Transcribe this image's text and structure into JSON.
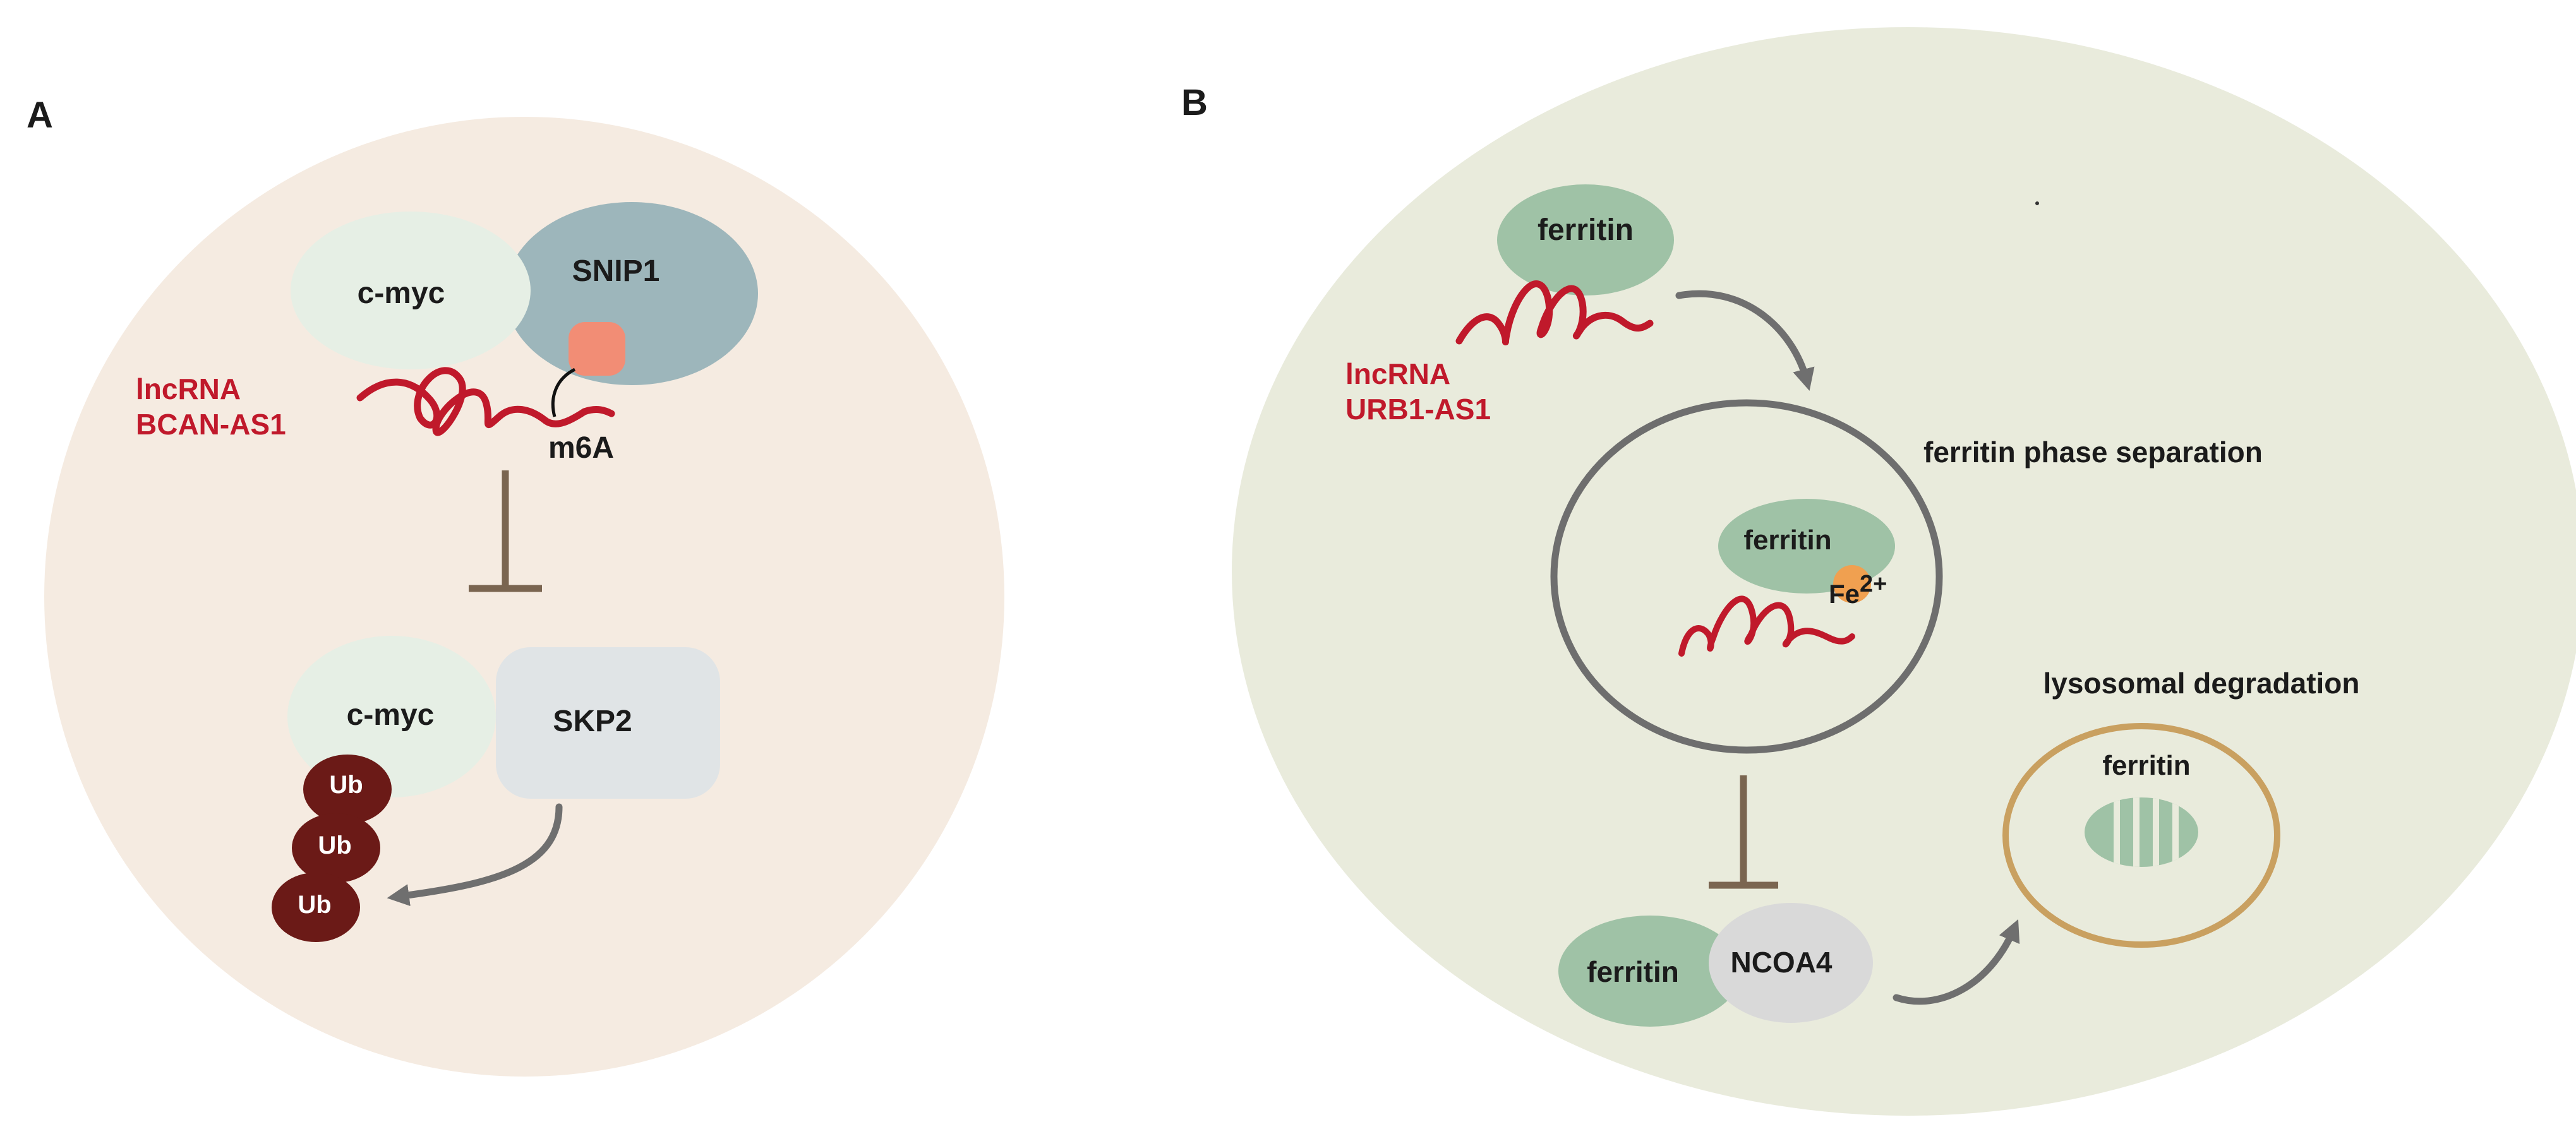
{
  "panel_a": {
    "letter": "A",
    "colors": {
      "cell": "#f5ebe1",
      "cmyc": "#e6efe5",
      "snip1": "#9db6bb",
      "skp2": "#e0e4e6",
      "m6a_site": "#f28d75",
      "ub": "#6b1a17",
      "rna": "#c0192b",
      "inhibit": "#7a6550",
      "arrow": "#6f6f6f"
    },
    "lncrna_line1": "lncRNA",
    "lncrna_line2": "BCAN-AS1",
    "cmyc_top": "c-myc",
    "snip1": "SNIP1",
    "m6a": "m6A",
    "cmyc_bottom": "c-myc",
    "skp2": "SKP2",
    "ub_labels": [
      "Ub",
      "Ub",
      "Ub"
    ]
  },
  "panel_b": {
    "letter": "B",
    "colors": {
      "cell": "#e9ebdc",
      "ferritin": "#9fc2a6",
      "fe": "#f0a050",
      "ncoa4": "#d9d9d9",
      "phase_ring": "#6e6e6e",
      "lysosome": "#c9a060",
      "rna": "#c0192b",
      "inhibit": "#7a6550",
      "arrow": "#6f6f6f"
    },
    "ferritin_top": "ferritin",
    "lncrna_line1": "lncRNA",
    "lncrna_line2": "URB1-AS1",
    "phase_separation": "ferritin phase separation",
    "ferritin_phase": "ferritin",
    "fe_base": "Fe",
    "fe_sup": "2+",
    "lysosomal_degradation": "lysosomal degradation",
    "ferritin_lysosome": "ferritin",
    "ferritin_complex": "ferritin",
    "ncoa4": "NCOA4"
  }
}
